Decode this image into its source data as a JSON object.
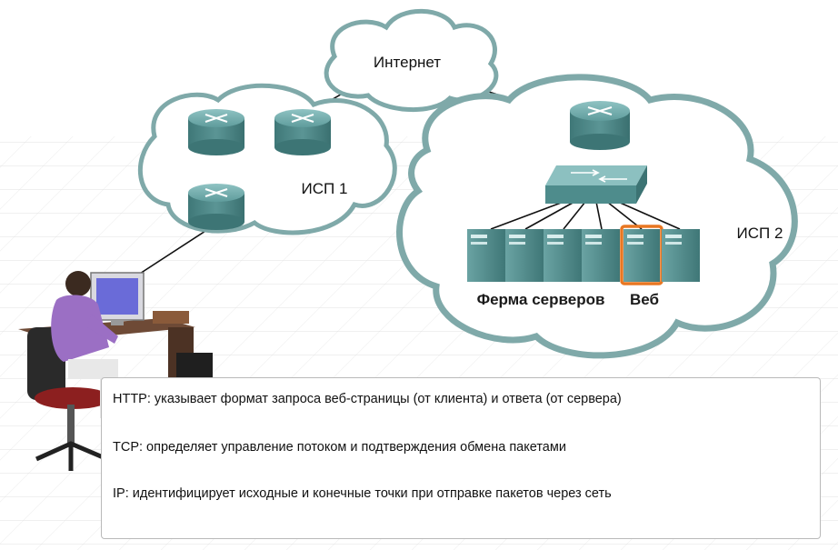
{
  "labels": {
    "internet": "Интернет",
    "isp1": "ИСП 1",
    "isp2": "ИСП 2",
    "server_farm": "Ферма серверов",
    "web": "Веб"
  },
  "legend": {
    "http": "HTTP: указывает формат запроса веб-страницы (от клиента) и ответа (от сервера)",
    "tcp": "TCP:  определяет управление потоком и подтверждения обмена пакетами",
    "ip": "IP:  идентифицирует исходные и конечные точки при отправке пакетов через сеть"
  },
  "colors": {
    "cloud_outline": "#7fa9a9",
    "device_teal": "#4e8c8c",
    "web_highlight": "#e87722",
    "person_shirt": "#9b6fc4"
  },
  "icons": {
    "router": "router-icon",
    "switch": "switch-icon",
    "server": "server-icon",
    "workstation": "user-workstation-icon"
  }
}
